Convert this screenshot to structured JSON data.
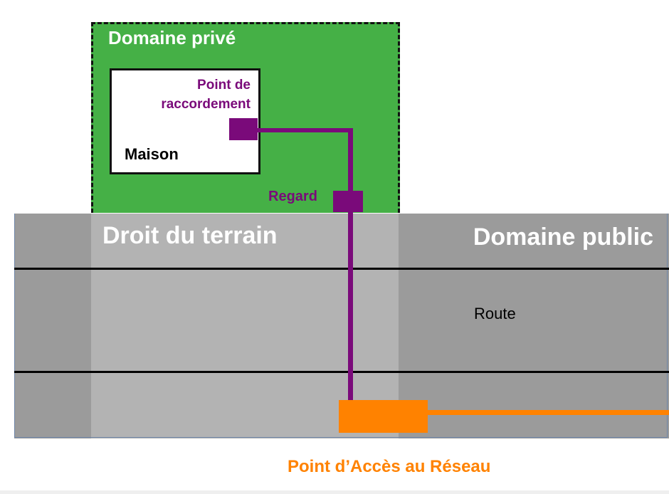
{
  "labels": {
    "domaine_prive": "Domaine privé",
    "point_de_raccordement": "Point de raccordement",
    "maison": "Maison",
    "regard": "Regard",
    "droit_du_terrain": "Droit du terrain",
    "domaine_public": "Domaine public",
    "route": "Route",
    "point_acces_reseau": "Point d’Accès au Réseau"
  },
  "colors": {
    "private_green": "#45b046",
    "pipe_purple": "#7a0a7a",
    "network_orange": "#ff8200",
    "road_dark": "#9b9b9b",
    "road_light": "#b3b3b3"
  }
}
